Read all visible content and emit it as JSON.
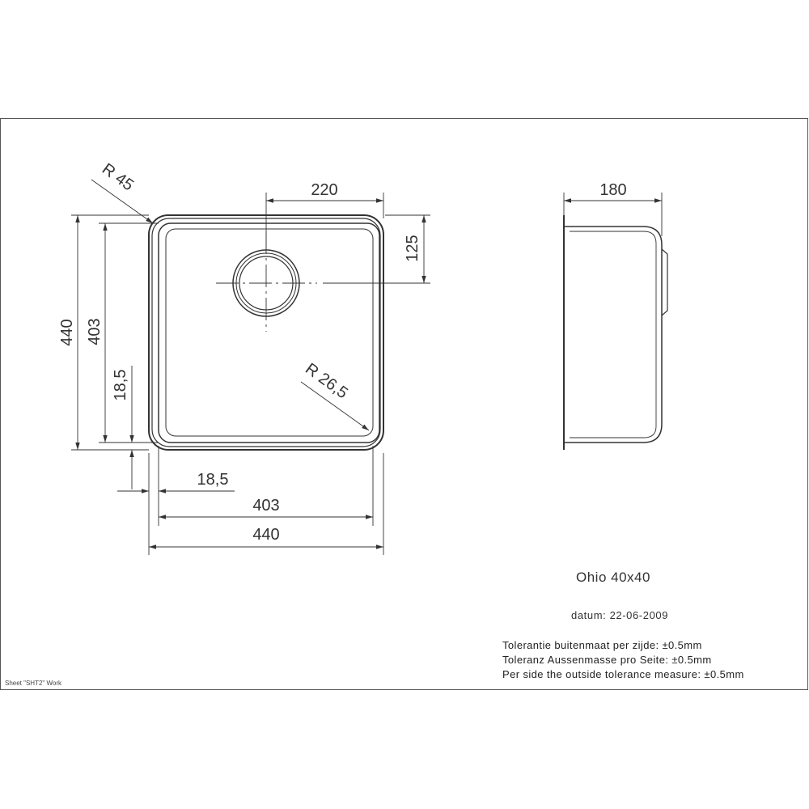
{
  "drawing": {
    "model": "Ohio 40x40",
    "date_label": "datum:",
    "date_value": "22-06-2009",
    "tolerances": [
      {
        "label": "Tolerantie buitenmaat per zijde:",
        "value": "±0.5mm"
      },
      {
        "label": "Toleranz Aussenmasse pro Seite:",
        "value": "±0.5mm"
      },
      {
        "label": "Per side the outside tolerance measure:",
        "value": "±0.5mm"
      }
    ],
    "sheet_label": "Sheet \"SHT2\" Work"
  },
  "dimensions": {
    "outer_radius": "R 45",
    "inner_radius": "R 26,5",
    "drain_offset_x": "220",
    "drain_offset_y": "125",
    "outer_height": "440",
    "inner_height": "403",
    "rim_height": "18,5",
    "rim_width": "18,5",
    "inner_width": "403",
    "outer_width": "440",
    "depth": "180"
  }
}
